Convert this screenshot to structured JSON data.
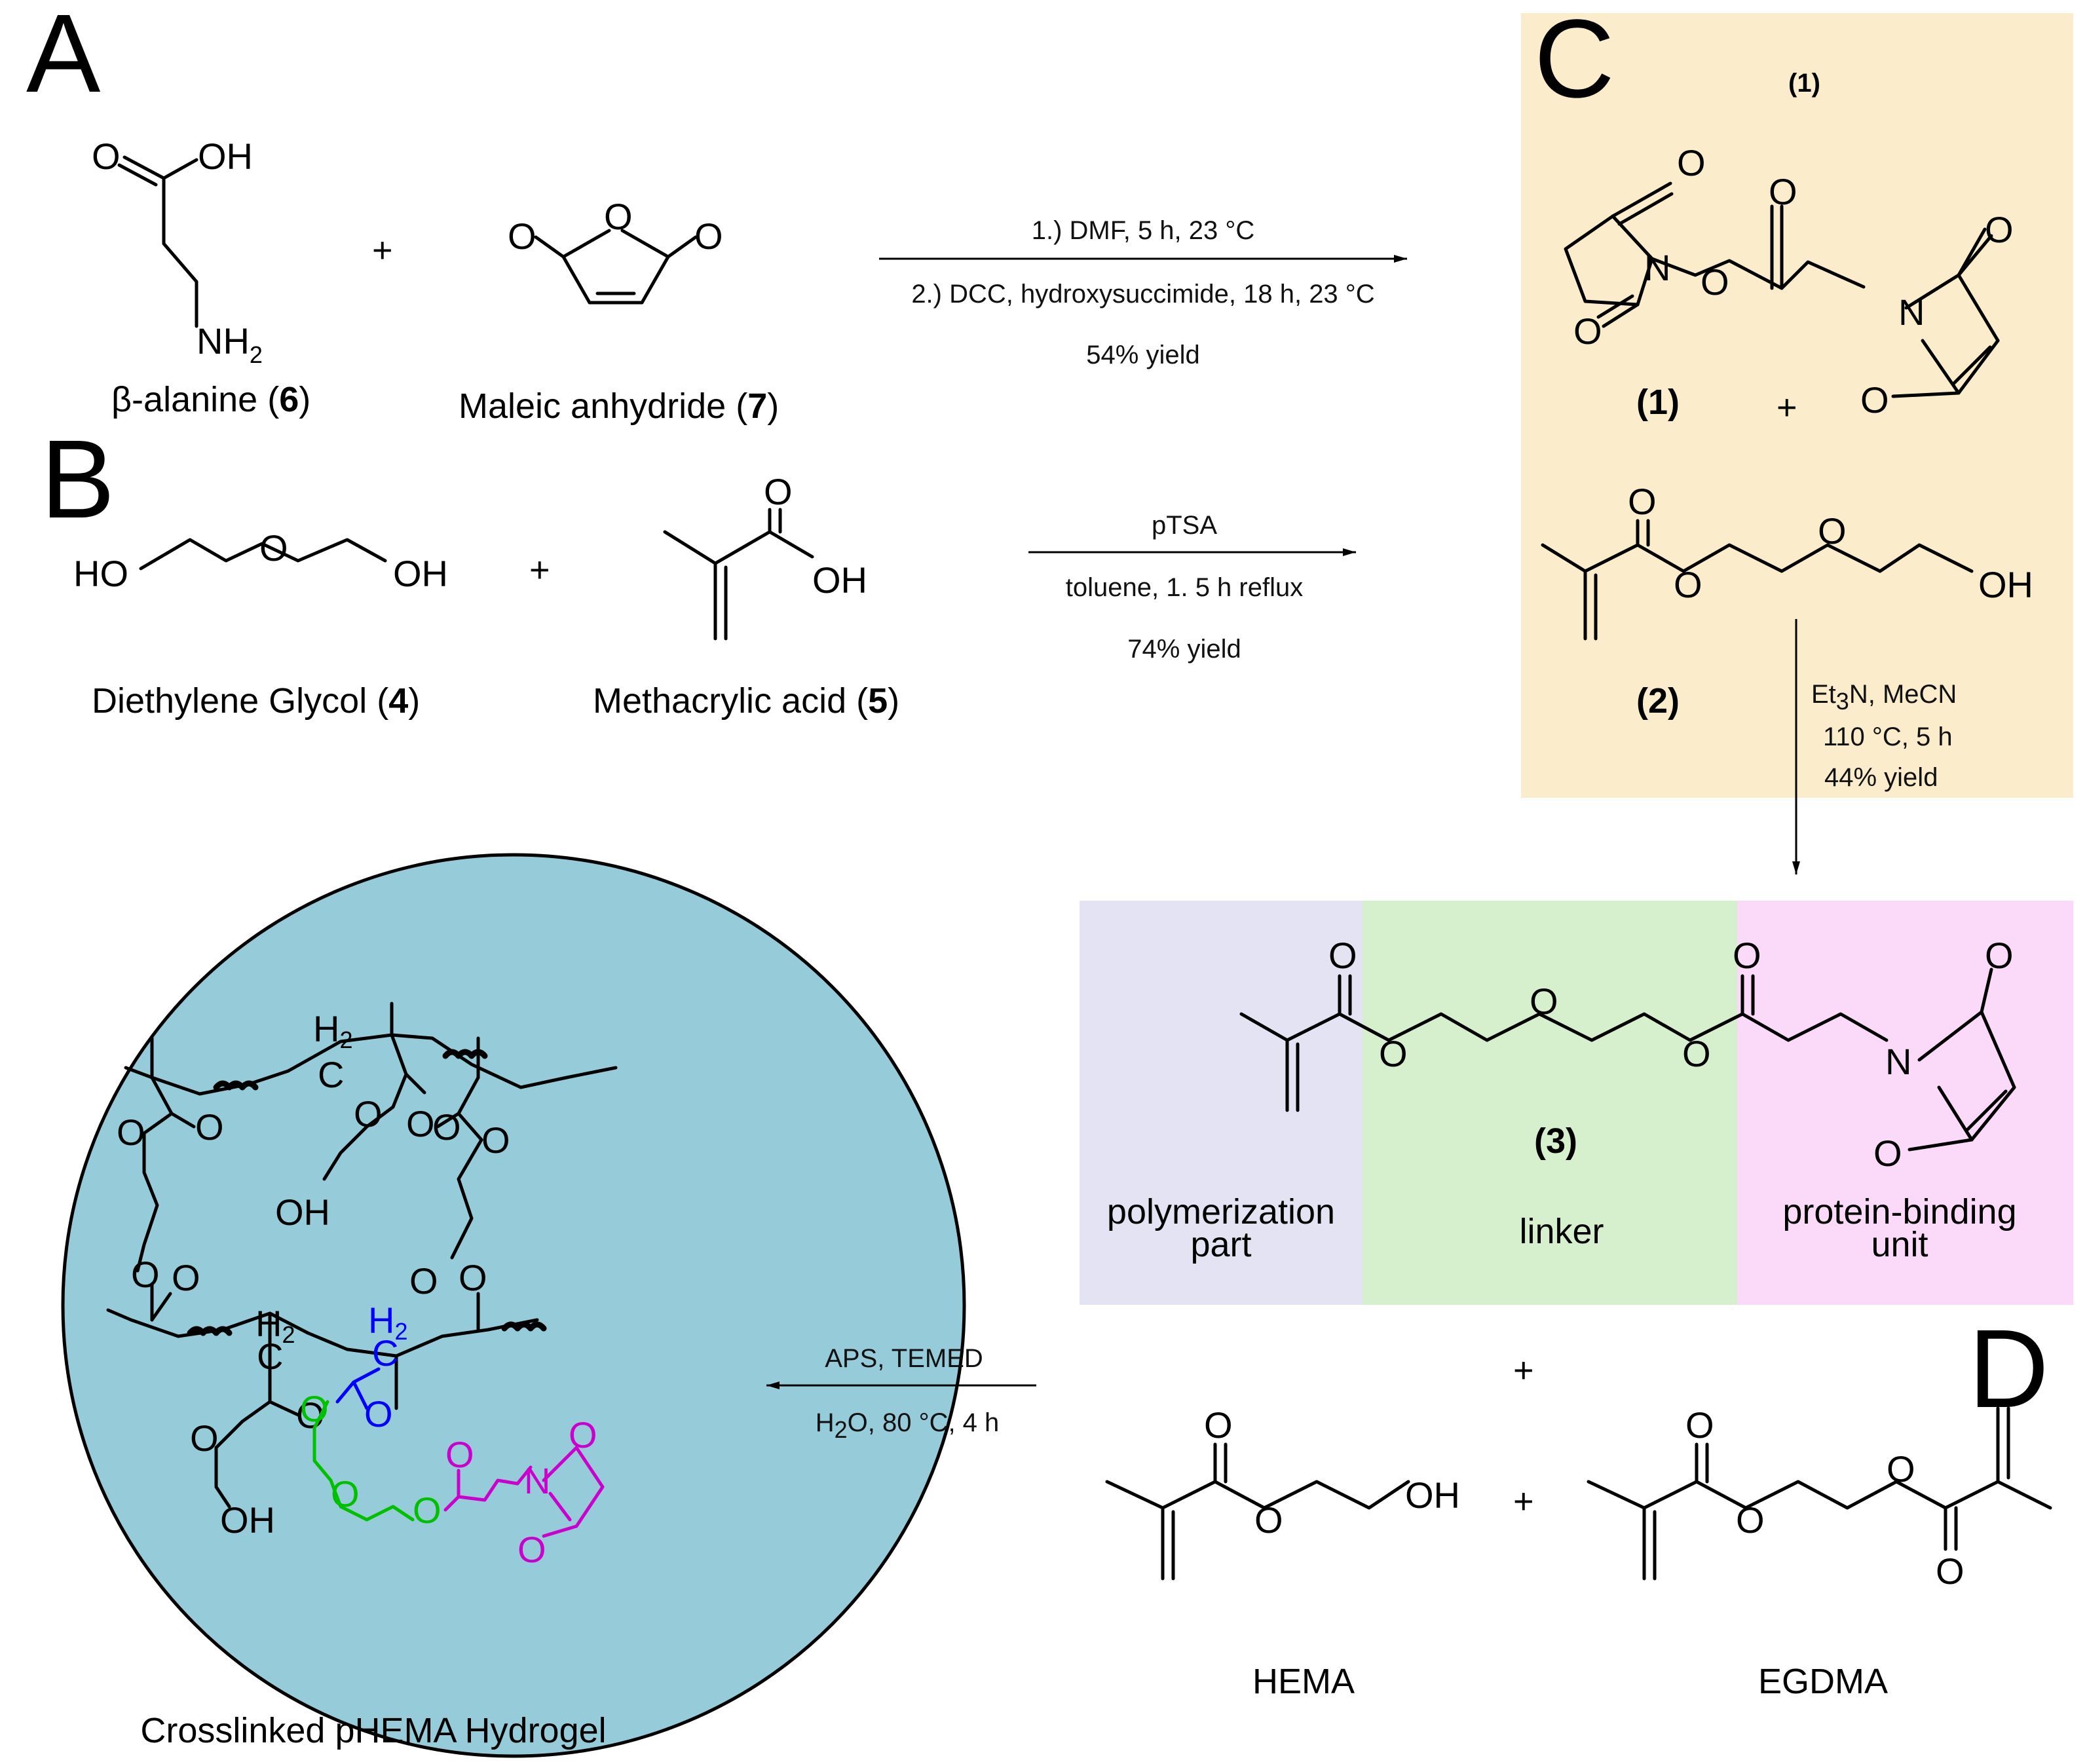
{
  "panels": {
    "a": "A",
    "b": "B",
    "c": "C",
    "d": "D"
  },
  "compounds": {
    "beta_alanine": {
      "prefix": "β-alanine (",
      "num": "6",
      "suffix": ")"
    },
    "maleic": {
      "prefix": "Maleic anhydride (",
      "num": "7",
      "suffix": ")"
    },
    "deg": {
      "prefix": "Diethylene Glycol (",
      "num": "4",
      "suffix": ")"
    },
    "methacrylic": {
      "prefix": "Methacrylic acid (",
      "num": "5",
      "suffix": ")"
    },
    "c_top": "(1)",
    "c1": "(1)",
    "c2": "(2)",
    "c3": "(3)",
    "hema": "HEMA",
    "egdma": "EGDMA",
    "hydrogel": "Crosslinked pHEMA Hydrogel"
  },
  "plus": "+",
  "reactions": {
    "a": {
      "line1": "1.) DMF, 5 h, 23 °C",
      "line2": "2.) DCC, hydroxysuccimide, 18 h, 23 °C",
      "yield": "54% yield"
    },
    "b": {
      "line1": "pTSA",
      "line2": "toluene, 1. 5 h reflux",
      "yield": "74% yield"
    },
    "c": {
      "reagent_main": "Et",
      "reagent_sub": "3",
      "reagent_rest": "N, MeCN",
      "line2": "110 °C, 5 h",
      "yield": "44% yield"
    },
    "d": {
      "line1": "APS, TEMED",
      "line2_main": "H",
      "line2_sub": "2",
      "line2_rest": "O, 80 °C, 4 h"
    }
  },
  "regions": {
    "polymerization": [
      "polymerization",
      "part"
    ],
    "linker": "linker",
    "protein": [
      "protein-binding",
      "unit"
    ]
  },
  "atoms": {
    "O": "O",
    "OH": "OH",
    "HO": "HO",
    "N": "N",
    "NH": "NH",
    "two": "2",
    "H": "H",
    "C": "C"
  },
  "colors": {
    "panel_c_bg": "#fbeccb",
    "polymerization_bg": "#e3e3f4",
    "linker_bg": "#d6f0cd",
    "protein_bg": "#fbd9f8",
    "hydrogel_fill": "#96ccd9",
    "backbone_highlight": "#0000ff",
    "linker_highlight": "#00c000",
    "maleimide_highlight": "#cc00cc"
  }
}
